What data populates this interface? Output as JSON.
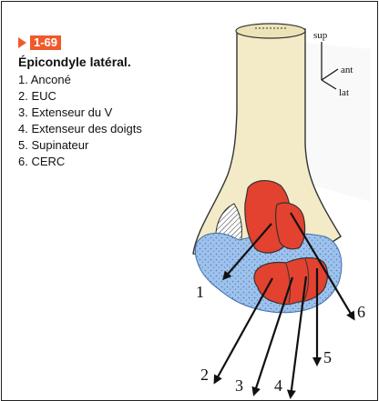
{
  "figure": {
    "number": "1-69",
    "title": "Épicondyle latéral.",
    "items": [
      "1. Anconé",
      "2. EUC",
      "3. Extenseur du V",
      "4. Extenseur des doigts",
      "5. Supinateur",
      "6. CERC"
    ]
  },
  "orientation": {
    "sup": "sup",
    "ant": "ant",
    "lat": "lat"
  },
  "callouts": {
    "1": "1",
    "2": "2",
    "3": "3",
    "4": "4",
    "5": "5",
    "6": "6"
  },
  "colors": {
    "accent": "#f05a2a",
    "muscle_red": "#e2422f",
    "anconeus_blue": "#8db8e8",
    "bone": "#f3ebc7"
  }
}
